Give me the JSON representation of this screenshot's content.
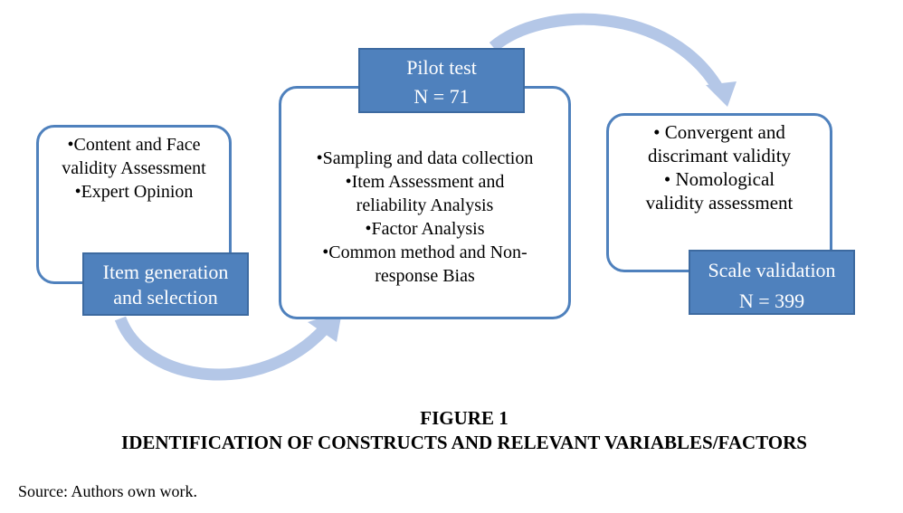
{
  "diagram": {
    "colors": {
      "box_fill": "#4f81bd",
      "box_border": "#4f81bd",
      "arrow": "#b4c7e7",
      "label_text": "#ffffff"
    },
    "steps": [
      {
        "label_lines": [
          "Item generation",
          "and selection"
        ],
        "details": [
          "•Content and Face",
          "validity Assessment",
          "•Expert Opinion"
        ]
      },
      {
        "label_lines": [
          "Pilot test",
          "N = 71"
        ],
        "details": [
          "•Sampling and data collection",
          "•Item Assessment and",
          "reliability Analysis",
          "•Factor Analysis",
          "•Common method and Non-",
          "response Bias"
        ]
      },
      {
        "label_lines": [
          "Scale validation",
          "N = 399"
        ],
        "details": [
          "• Convergent and",
          "discrimant validity",
          "• Nomological",
          "validity assessment"
        ]
      }
    ],
    "arrows": [
      {
        "from": "Item generation and selection",
        "to": "Pilot test"
      },
      {
        "from": "Pilot test",
        "to": "Scale validation"
      }
    ]
  },
  "caption": {
    "number": "FIGURE 1",
    "title": "IDENTIFICATION OF CONSTRUCTS AND RELEVANT VARIABLES/FACTORS"
  },
  "source": "Source: Authors own work."
}
